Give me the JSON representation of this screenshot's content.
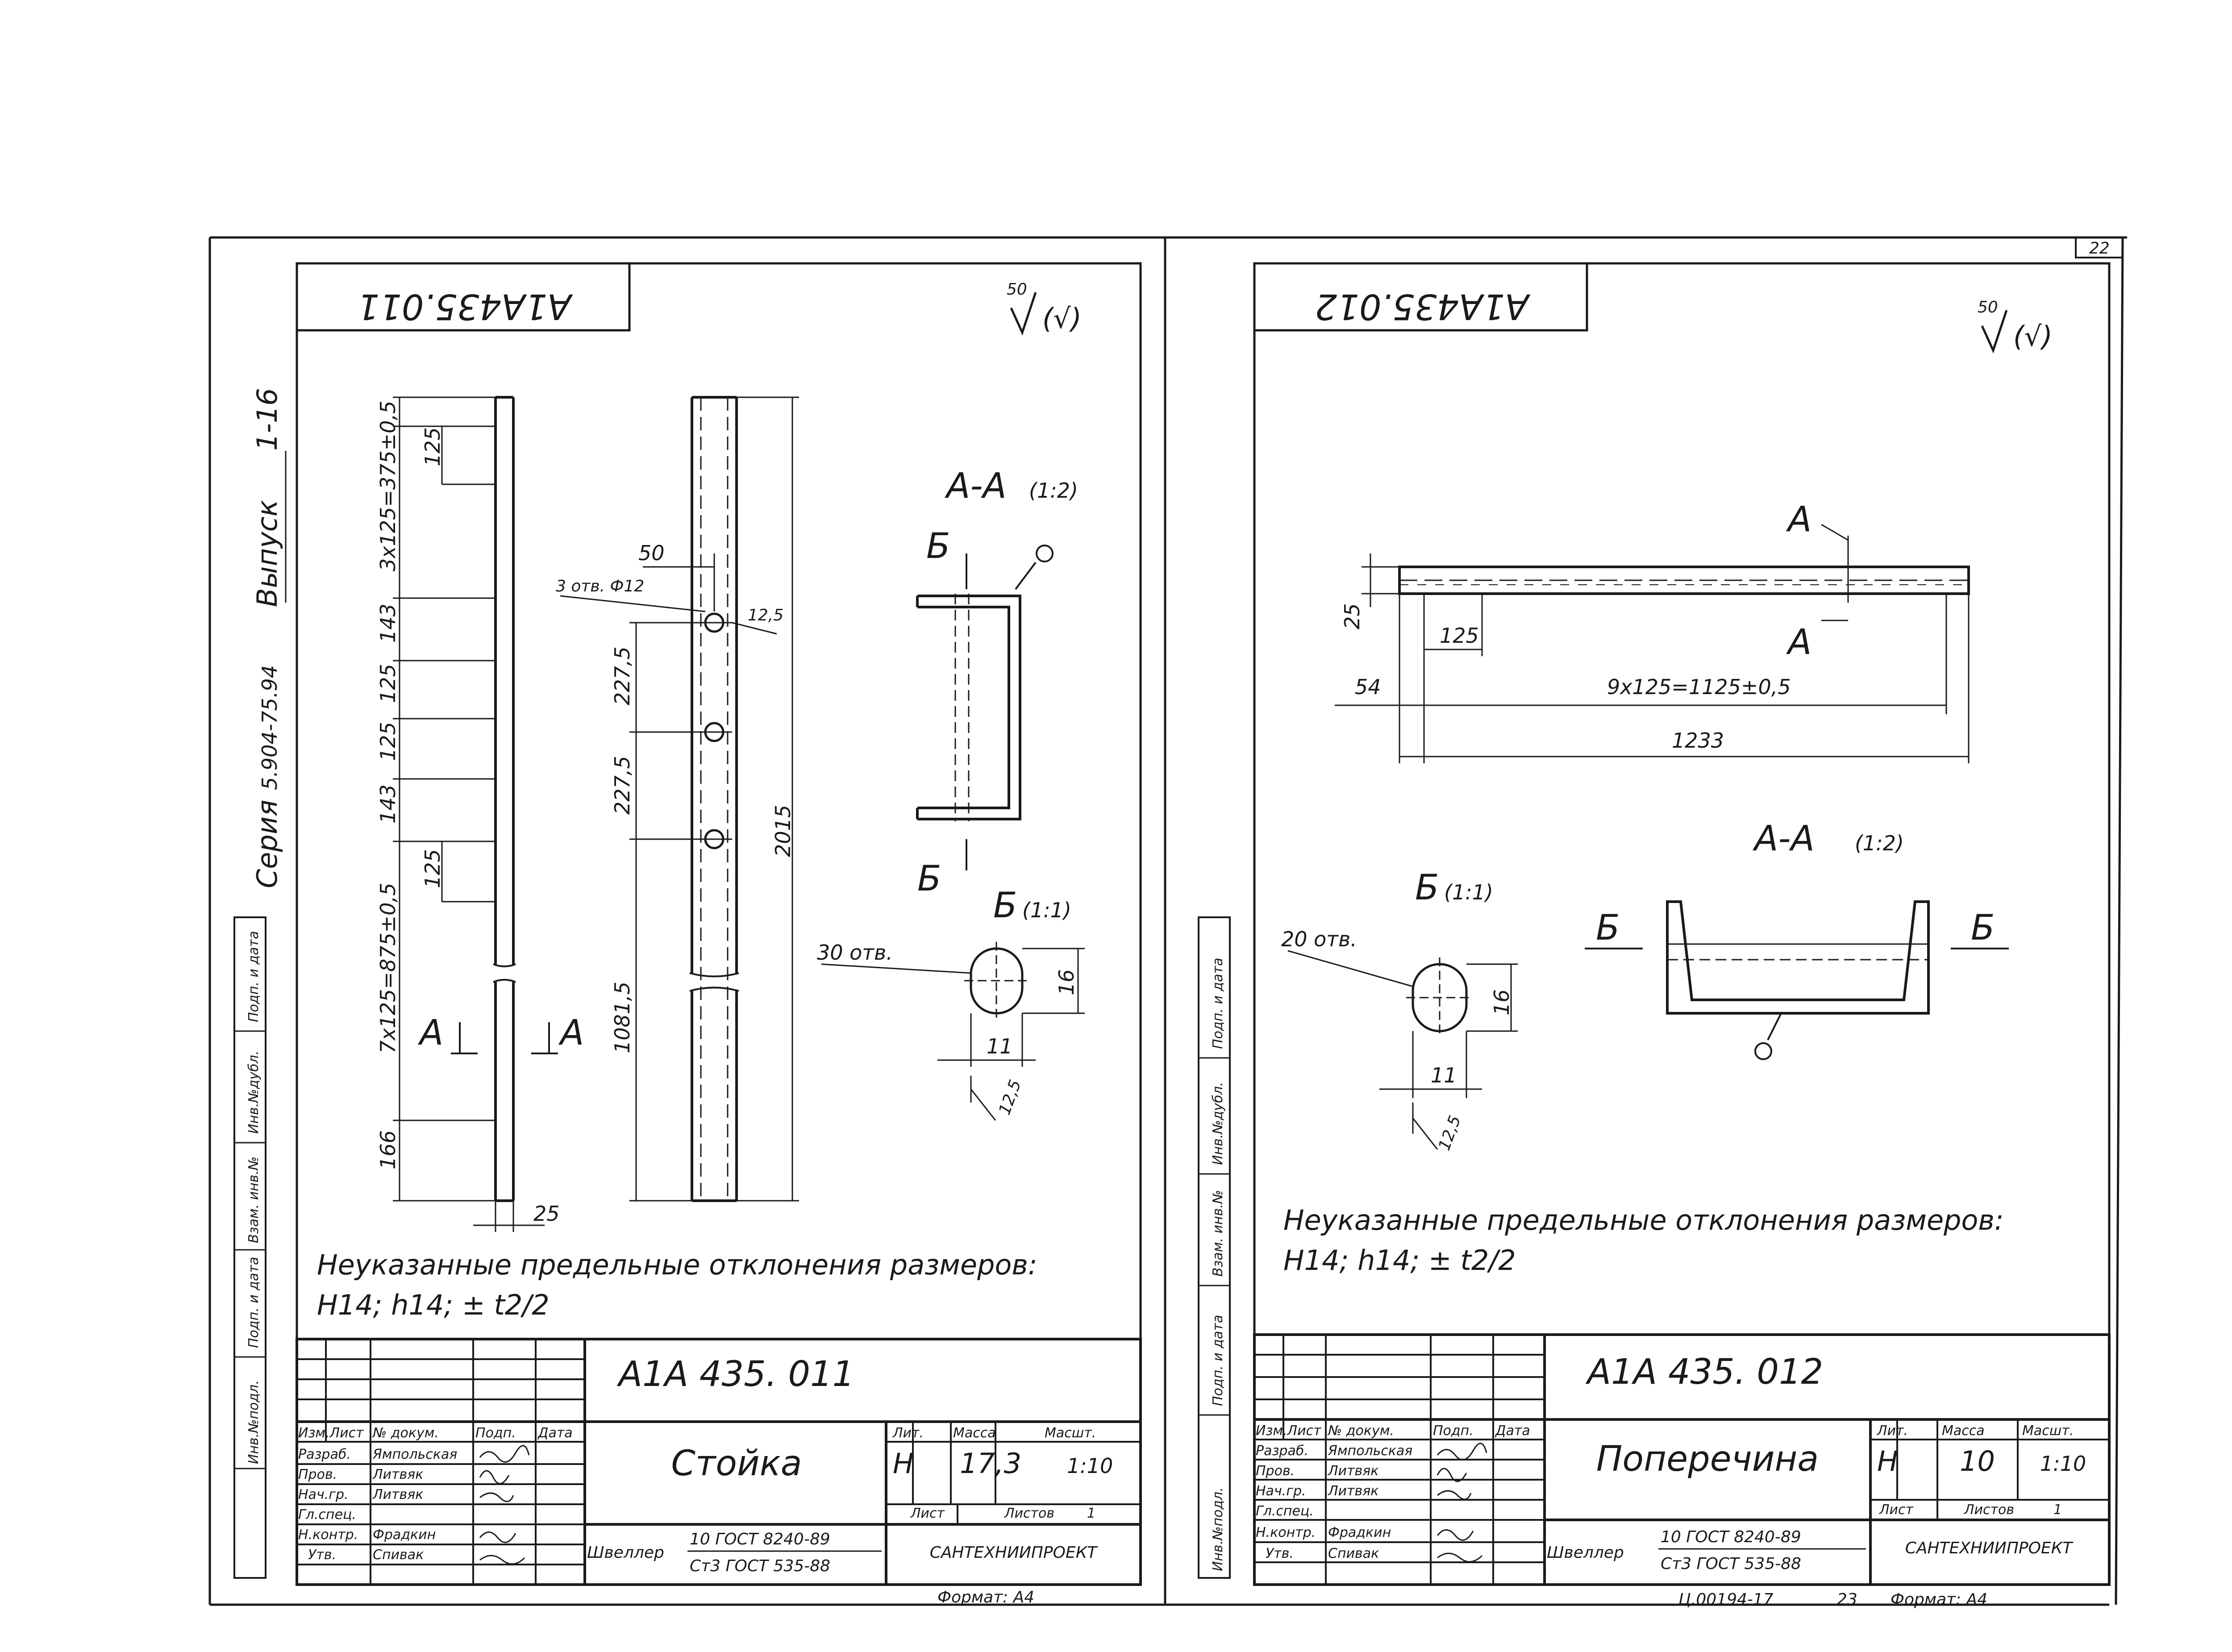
{
  "page_number": "22",
  "series": {
    "label": "Серия",
    "code": "5.904-75.94",
    "issue_label": "Выпуск",
    "issue": "1-16"
  },
  "side_labels": [
    "Инв.№подл.",
    "Подп. и дата",
    "Взам. инв.№",
    "Инв.№дубл.",
    "Подп. и дата"
  ],
  "tolerance_note": {
    "line1": "Неуказанные предельные отклонения размеров:",
    "line2": "H14;  h14;  ± t2/2"
  },
  "left_sheet": {
    "stamp_code": "А1А435.011",
    "roughness": "50/(√)",
    "roughness_value": "50",
    "designation": "А1А 435. 011",
    "part_name": "Стойка",
    "lit": "Н",
    "mass": "17,3",
    "scale": "1:10",
    "sheet_label": "Лист",
    "sheets_label": "Листов",
    "sheets": "1",
    "material_label": "Швеллер",
    "material_line1": "10 ГОСТ 8240-89",
    "material_line2": "Ст3 ГОСТ 535-88",
    "organization": "САНТЕХНИИПРОЕКТ",
    "format": "Формат: А4",
    "headers": {
      "lit": "Лит.",
      "mass": "Масса",
      "scale": "Масшт."
    },
    "title_rows": [
      {
        "role": "Изм.Лист",
        "name": "№ докум.",
        "sig": "Подп.",
        "date": "Дата"
      },
      {
        "role": "Разраб.",
        "name": "Ямпольская"
      },
      {
        "role": "Пров.",
        "name": "Литвяк"
      },
      {
        "role": "Нач.гр.",
        "name": "Литвяк"
      },
      {
        "role": "Гл.спец.",
        "name": ""
      },
      {
        "role": "Н.контр.",
        "name": "Фрадкин"
      },
      {
        "role": "Утв.",
        "name": "Спивак"
      }
    ],
    "dims": {
      "d125": "125",
      "d375": "3х125=375±0,5",
      "d143": "143",
      "d875": "7х125=875±0,5",
      "d166": "166",
      "d25": "25",
      "d50": "50",
      "holes": "3 отв. Ф12",
      "d12_5": "12,5",
      "d227_5": "227,5",
      "d1081_5": "1081,5",
      "d2015": "2015",
      "section": "А-А",
      "section_scale": "(1:2)",
      "b": "Б",
      "view_b": "Б",
      "view_b_scale": "(1:1)",
      "slot": "30 отв.",
      "d16": "16",
      "d11": "11",
      "cut": "А"
    }
  },
  "right_sheet": {
    "stamp_code": "А1А435.012",
    "roughness": "50/(√)",
    "roughness_value": "50",
    "designation": "А1А 435. 012",
    "part_name": "Поперечина",
    "lit": "Н",
    "mass": "10",
    "scale": "1:10",
    "sheet_label": "Лист",
    "sheets_label": "Листов",
    "sheets": "1",
    "material_label": "Швеллер",
    "material_line1": "10 ГОСТ 8240-89",
    "material_line2": "Ст3 ГОСТ 535-88",
    "organization": "САНТЕХНИИПРОЕКТ",
    "format": "Формат: А4",
    "doc_number": "Ц.00194-17",
    "doc_page": "23",
    "headers": {
      "lit": "Лит.",
      "mass": "Масса",
      "scale": "Масшт."
    },
    "title_rows": [
      {
        "role": "Изм.Лист",
        "name": "№ докум.",
        "sig": "Подп.",
        "date": "Дата"
      },
      {
        "role": "Разраб.",
        "name": "Ямпольская"
      },
      {
        "role": "Пров.",
        "name": "Литвяк"
      },
      {
        "role": "Нач.гр.",
        "name": "Литвяк"
      },
      {
        "role": "Гл.спец.",
        "name": ""
      },
      {
        "role": "Н.контр.",
        "name": "Фрадкин"
      },
      {
        "role": "Утв.",
        "name": "Спивак"
      }
    ],
    "dims": {
      "cut": "А",
      "d25": "25",
      "d125": "125",
      "d54": "54",
      "d1125": "9х125=1125±0,5",
      "d1233": "1233",
      "view_b": "Б",
      "view_b_scale": "(1:1)",
      "slot": "20 отв.",
      "d16": "16",
      "d11": "11",
      "d12_5": "12,5",
      "section": "А-А",
      "section_scale": "(1:2)",
      "b": "Б"
    }
  }
}
